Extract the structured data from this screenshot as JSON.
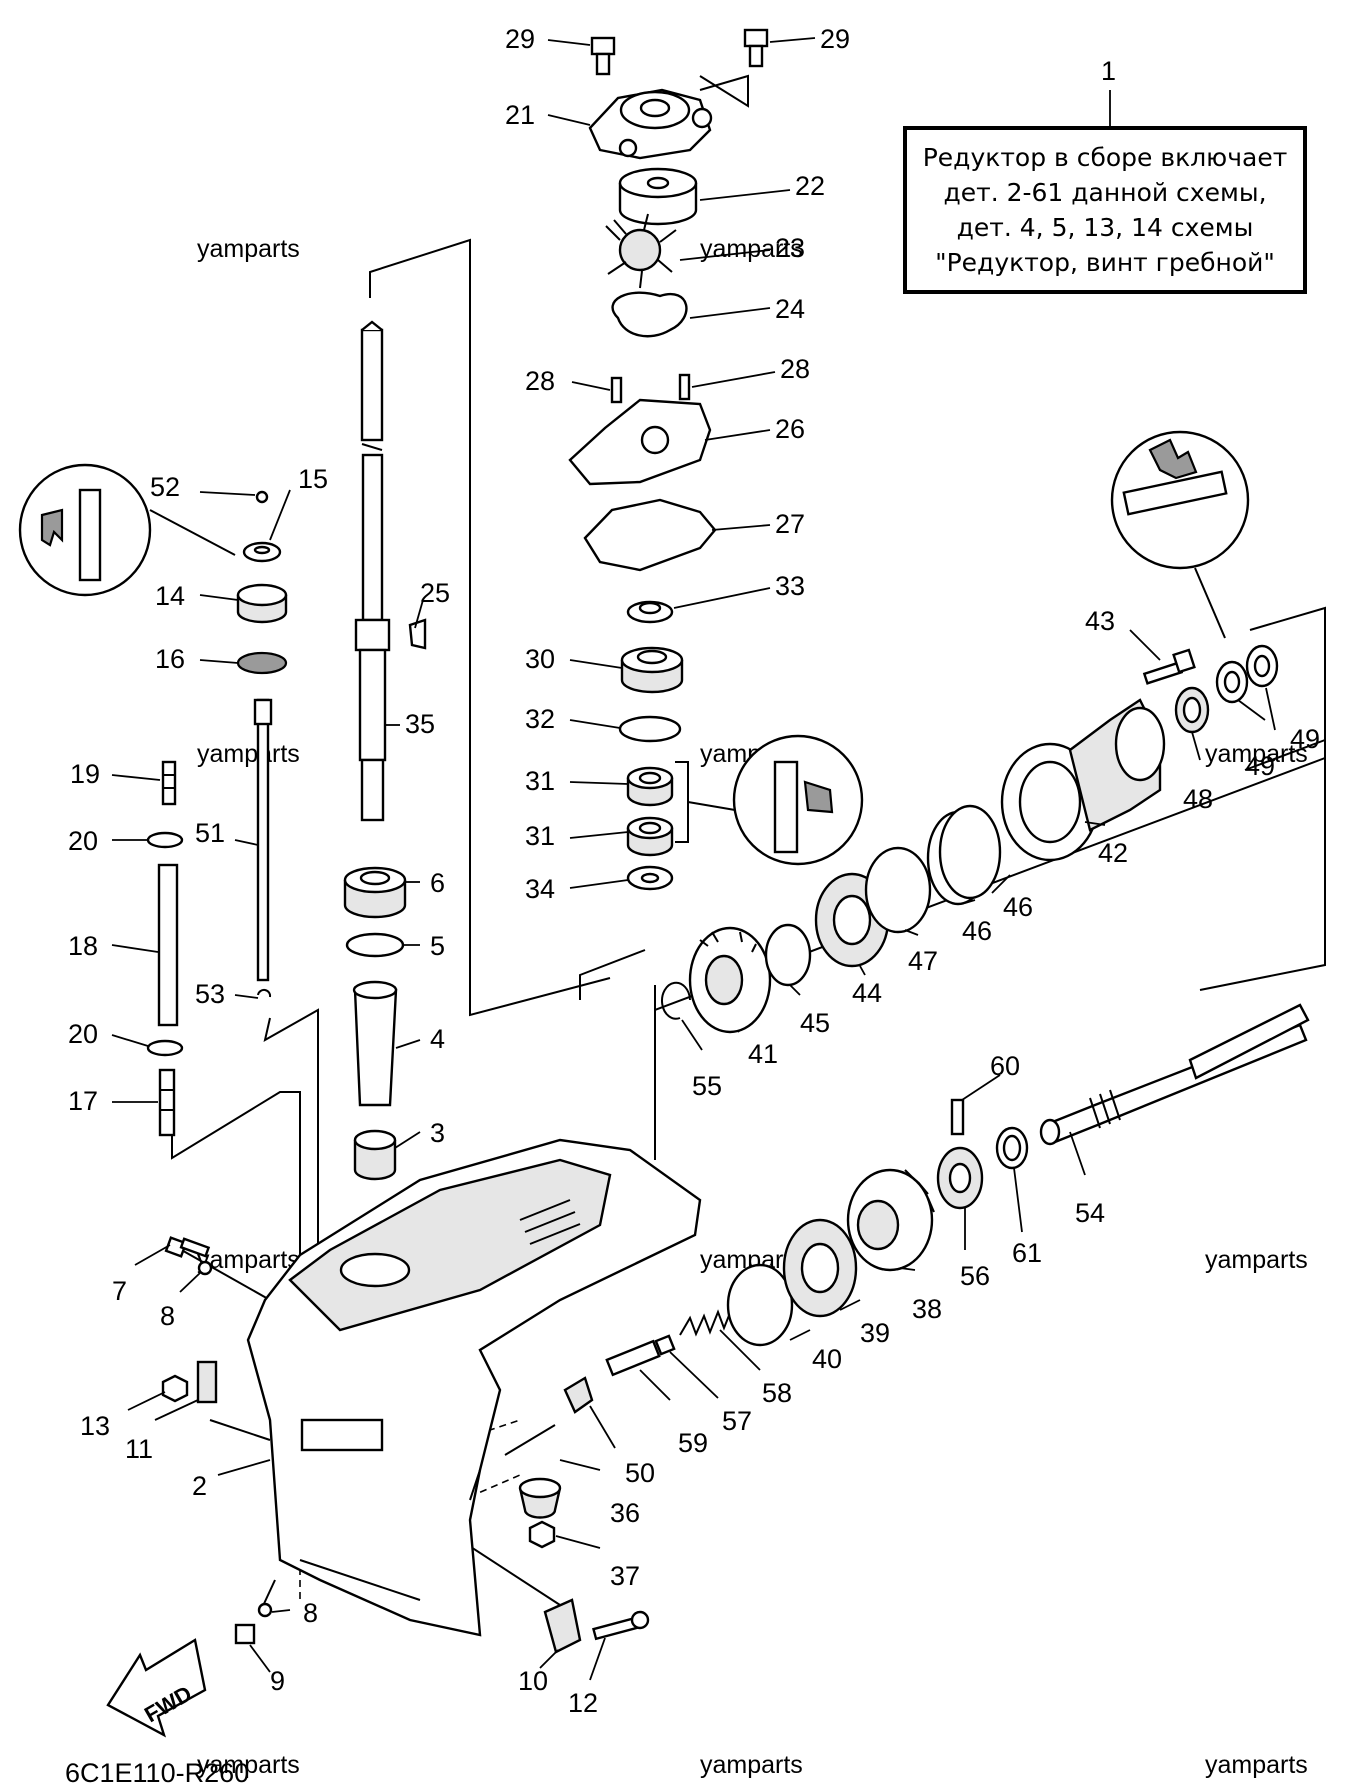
{
  "labels": {
    "l1": "1",
    "l2": "2",
    "l3": "3",
    "l4": "4",
    "l5": "5",
    "l6": "6",
    "l7": "7",
    "l8a": "8",
    "l8b": "8",
    "l9": "9",
    "l10": "10",
    "l11": "11",
    "l12": "12",
    "l13": "13",
    "l14": "14",
    "l15": "15",
    "l16": "16",
    "l17": "17",
    "l18": "18",
    "l19": "19",
    "l20a": "20",
    "l20b": "20",
    "l21": "21",
    "l22": "22",
    "l23": "23",
    "l24": "24",
    "l25": "25",
    "l26": "26",
    "l27": "27",
    "l28a": "28",
    "l28b": "28",
    "l29a": "29",
    "l29b": "29",
    "l30": "30",
    "l31a": "31",
    "l31b": "31",
    "l32": "32",
    "l33": "33",
    "l34": "34",
    "l35": "35",
    "l36": "36",
    "l37": "37",
    "l38": "38",
    "l39": "39",
    "l40": "40",
    "l41": "41",
    "l42": "42",
    "l43": "43",
    "l44": "44",
    "l45": "45",
    "l46a": "46",
    "l46b": "46",
    "l47": "47",
    "l48": "48",
    "l49a": "49",
    "l49b": "49",
    "l50": "50",
    "l51": "51",
    "l52": "52",
    "l53": "53",
    "l54": "54",
    "l55": "55",
    "l56": "56",
    "l57": "57",
    "l58": "58",
    "l59": "59",
    "l60": "60",
    "l61": "61"
  },
  "note": {
    "line1": "Редуктор в сборе включает",
    "line2": "дет. 2-61 данной схемы,",
    "line3": "дет. 4, 5, 13, 14 схемы",
    "line4": "\"Редуктор, винт гребной\""
  },
  "watermark": "yamparts",
  "drawing_code": "6C1E110-R260",
  "fwd_label": "FWD"
}
